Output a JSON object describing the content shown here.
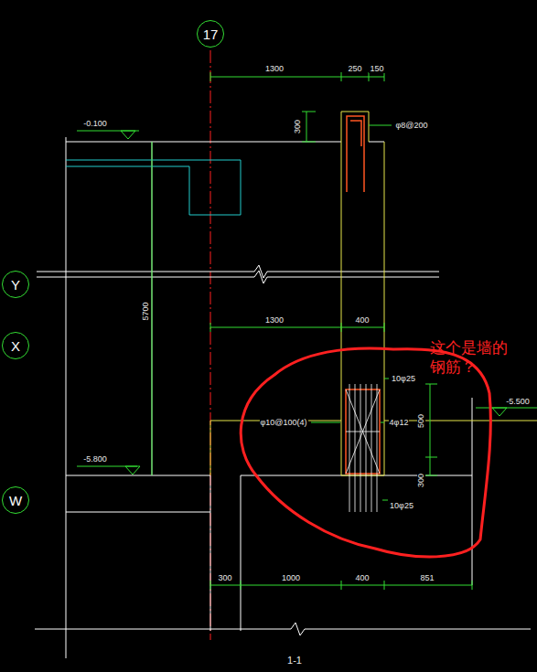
{
  "diagram": {
    "nodes": [
      {
        "text": [
          "17"
        ]
      },
      {
        "text": [
          "Y"
        ]
      },
      {
        "text": [
          "X"
        ]
      },
      {
        "text": [
          "W"
        ]
      }
    ],
    "labels": [
      "1300",
      "250",
      "150",
      "300",
      "-0.100",
      "φ8@200",
      "5700",
      "1300",
      "400",
      "10φ25",
      "φ10@100(4)",
      "4φ12",
      "500",
      "300",
      "10φ25",
      "-5.500",
      "-5.800",
      "300",
      "1000",
      "400",
      "851",
      "这个是墙的钢筋？",
      "1-1"
    ]
  }
}
